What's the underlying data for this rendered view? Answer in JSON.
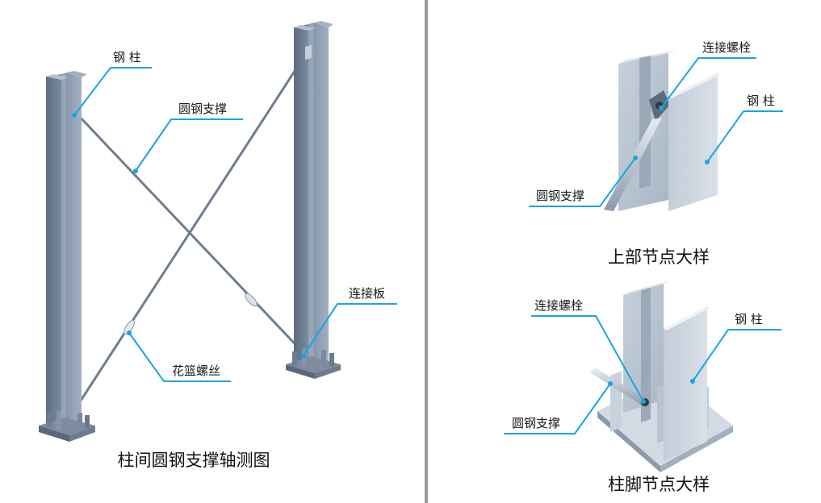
{
  "left_panel": {
    "caption": "柱间圆钢支撑轴测图",
    "labels": {
      "steel_column": "钢 柱",
      "round_steel_brace": "圆钢支撑",
      "turnbuckle": "花篮螺丝",
      "connecting_plate": "连接板"
    }
  },
  "top_right_panel": {
    "caption": "上部节点大样",
    "labels": {
      "connecting_bolt": "连接螺栓",
      "steel_column": "钢 柱",
      "round_steel_brace": "圆钢支撑"
    }
  },
  "bottom_right_panel": {
    "caption": "柱脚节点大样",
    "labels": {
      "connecting_bolt": "连接螺栓",
      "steel_column": "钢 柱",
      "round_steel_brace": "圆钢支撑"
    }
  },
  "colors": {
    "leader": "#1aa3e8",
    "steel_dark": "#6f7f93",
    "steel_light": "#b7c3d0",
    "divider": "#9a9a9a"
  }
}
